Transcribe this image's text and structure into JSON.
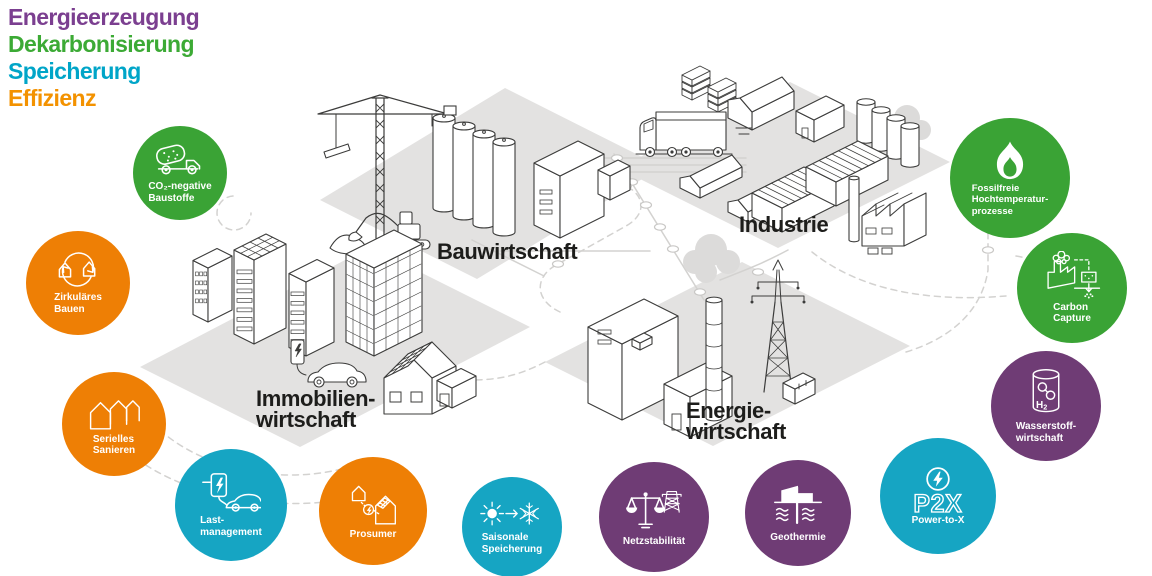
{
  "legend": {
    "items": [
      {
        "label": "Energieerzeugung",
        "color": "#7b3f90"
      },
      {
        "label": "Dekarbonisierung",
        "color": "#3caa35"
      },
      {
        "label": "Speicherung",
        "color": "#00a5c8"
      },
      {
        "label": "Effizienz",
        "color": "#f39200"
      }
    ]
  },
  "sectors": [
    {
      "id": "bauwirtschaft",
      "label": "Bauwirtschaft"
    },
    {
      "id": "industrie",
      "label": "Industrie"
    },
    {
      "id": "immobilienwirtschaft",
      "label": "Immobilien-\nwirtschaft"
    },
    {
      "id": "energiewirtschaft",
      "label": "Energie-\nwirtschaft"
    }
  ],
  "circles": [
    {
      "id": "co2-negative-baustoffe",
      "label": "CO₂-negative\nBaustoffe",
      "category": "Dekarbonisierung",
      "color": "#3aa335",
      "icon": "mixer-truck-icon"
    },
    {
      "id": "zirkulaeres-bauen",
      "label": "Zirkuläres\nBauen",
      "category": "Effizienz",
      "color": "#ee7f05",
      "icon": "circular-houses-icon"
    },
    {
      "id": "serielles-sanieren",
      "label": "Serielles\nSanieren",
      "category": "Effizienz",
      "color": "#ee7f05",
      "icon": "row-houses-icon"
    },
    {
      "id": "lastmanagement",
      "label": "Last-\nmanagement",
      "category": "Speicherung",
      "color": "#16a5c3",
      "icon": "ev-charging-icon"
    },
    {
      "id": "prosumer",
      "label": "Prosumer",
      "category": "Effizienz",
      "color": "#ee7f05",
      "icon": "prosumer-icon"
    },
    {
      "id": "saisonale-speicherung",
      "label": "Saisonale\nSpeicherung",
      "category": "Speicherung",
      "color": "#16a5c3",
      "icon": "sun-snowflake-icon"
    },
    {
      "id": "netzstabilitaet",
      "label": "Netzstabilität",
      "category": "Energieerzeugung",
      "color": "#6f3c75",
      "icon": "scales-pylon-icon"
    },
    {
      "id": "geothermie",
      "label": "Geothermie",
      "category": "Energieerzeugung",
      "color": "#6f3c75",
      "icon": "geothermal-icon"
    },
    {
      "id": "p2x",
      "big_label": "P2X",
      "label": "Power-to-X",
      "category": "Speicherung",
      "color": "#16a5c3",
      "icon": "bolt-icon"
    },
    {
      "id": "fossilfreie-hochtemperaturprozesse",
      "label": "Fossilfreie\nHochtemperatur-\nprozesse",
      "category": "Dekarbonisierung",
      "color": "#3aa335",
      "icon": "flame-icon"
    },
    {
      "id": "carbon-capture",
      "label": "Carbon\nCapture",
      "category": "Dekarbonisierung",
      "color": "#3aa335",
      "icon": "carbon-capture-icon"
    },
    {
      "id": "wasserstoffwirtschaft",
      "label": "Wasserstoff-\nwirtschaft",
      "category": "Energieerzeugung",
      "color": "#6f3c75",
      "icon": "h2-tank-icon"
    }
  ],
  "illustration_colors": {
    "platform": "#e3e2e1",
    "network_line": "#d3d2d0",
    "smoke": "#dcdbda",
    "outline": "#3c3c3b"
  }
}
